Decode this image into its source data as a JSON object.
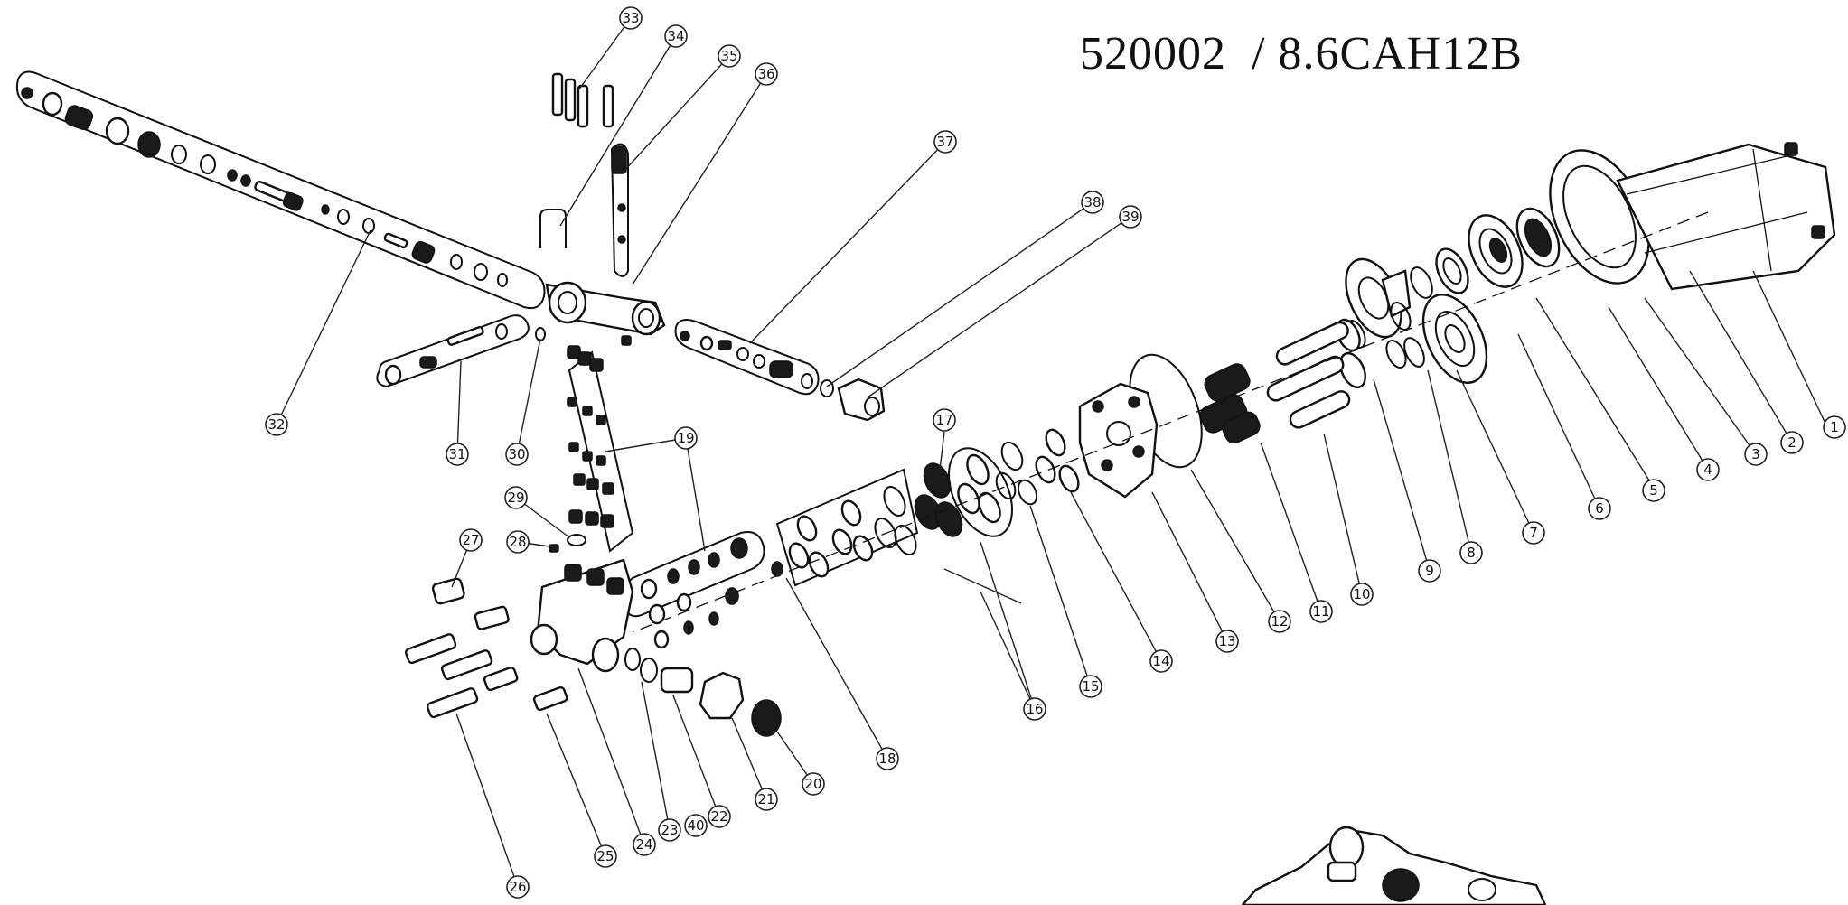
{
  "title": "520002  / 8.6CAH12B",
  "callouts": [
    {
      "id": "c1",
      "label": "1"
    },
    {
      "id": "c2",
      "label": "2"
    },
    {
      "id": "c3",
      "label": "3"
    },
    {
      "id": "c4",
      "label": "4"
    },
    {
      "id": "c5",
      "label": "5"
    },
    {
      "id": "c6",
      "label": "6"
    },
    {
      "id": "c7",
      "label": "7"
    },
    {
      "id": "c8",
      "label": "8"
    },
    {
      "id": "c9",
      "label": "9"
    },
    {
      "id": "c10",
      "label": "10"
    },
    {
      "id": "c11",
      "label": "11"
    },
    {
      "id": "c12",
      "label": "12"
    },
    {
      "id": "c13",
      "label": "13"
    },
    {
      "id": "c14",
      "label": "14"
    },
    {
      "id": "c15",
      "label": "15"
    },
    {
      "id": "c16",
      "label": "16"
    },
    {
      "id": "c17",
      "label": "17"
    },
    {
      "id": "c18",
      "label": "18"
    },
    {
      "id": "c19",
      "label": "19"
    },
    {
      "id": "c20",
      "label": "20"
    },
    {
      "id": "c21",
      "label": "21"
    },
    {
      "id": "c22",
      "label": "22"
    },
    {
      "id": "c23",
      "label": "23"
    },
    {
      "id": "c24",
      "label": "24"
    },
    {
      "id": "c25",
      "label": "25"
    },
    {
      "id": "c26",
      "label": "26"
    },
    {
      "id": "c27",
      "label": "27"
    },
    {
      "id": "c28",
      "label": "28"
    },
    {
      "id": "c29",
      "label": "29"
    },
    {
      "id": "c30",
      "label": "30"
    },
    {
      "id": "c31",
      "label": "31"
    },
    {
      "id": "c32",
      "label": "32"
    },
    {
      "id": "c33",
      "label": "33"
    },
    {
      "id": "c34",
      "label": "34"
    },
    {
      "id": "c35",
      "label": "35"
    },
    {
      "id": "c36",
      "label": "36"
    },
    {
      "id": "c37",
      "label": "37"
    },
    {
      "id": "c38",
      "label": "38"
    },
    {
      "id": "c39",
      "label": "39"
    },
    {
      "id": "c40",
      "label": "40"
    }
  ]
}
